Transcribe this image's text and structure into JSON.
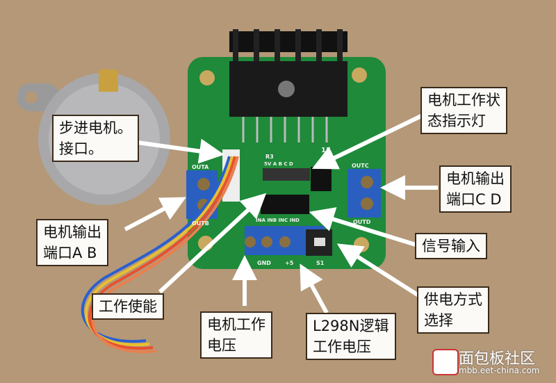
{
  "labels": {
    "stepper_interface": [
      "步进电机。",
      "接口。"
    ],
    "status_led": [
      "电机工作状",
      "态指示灯"
    ],
    "output_cd": [
      "电机输出",
      "端口C D"
    ],
    "output_ab": [
      "电机输出",
      "端口A B"
    ],
    "signal_input": "信号输入",
    "power_select": [
      "供电方式",
      "选择"
    ],
    "enable": "工作使能",
    "motor_voltage": [
      "电机工作",
      "电压"
    ],
    "logic_voltage": [
      "L298N逻辑",
      "工作电压"
    ]
  },
  "board_silk": {
    "ic": "15",
    "r": "R3",
    "out_a": "OUTA",
    "out_b": "OUTB",
    "out_c": "OUTC",
    "out_d": "OUTD",
    "pins": "INA INB INC IND",
    "gnd": "GND",
    "plus5": "+5",
    "switch": "S1",
    "leds": "5V A B C D"
  },
  "watermark": {
    "title": "面包板社区",
    "url": "mbb.eet-china.com"
  },
  "colors": {
    "background": "#b49878",
    "pcb": "#1e8a3a",
    "terminal": "#2a5fc0",
    "arrow": "#ffffff"
  }
}
